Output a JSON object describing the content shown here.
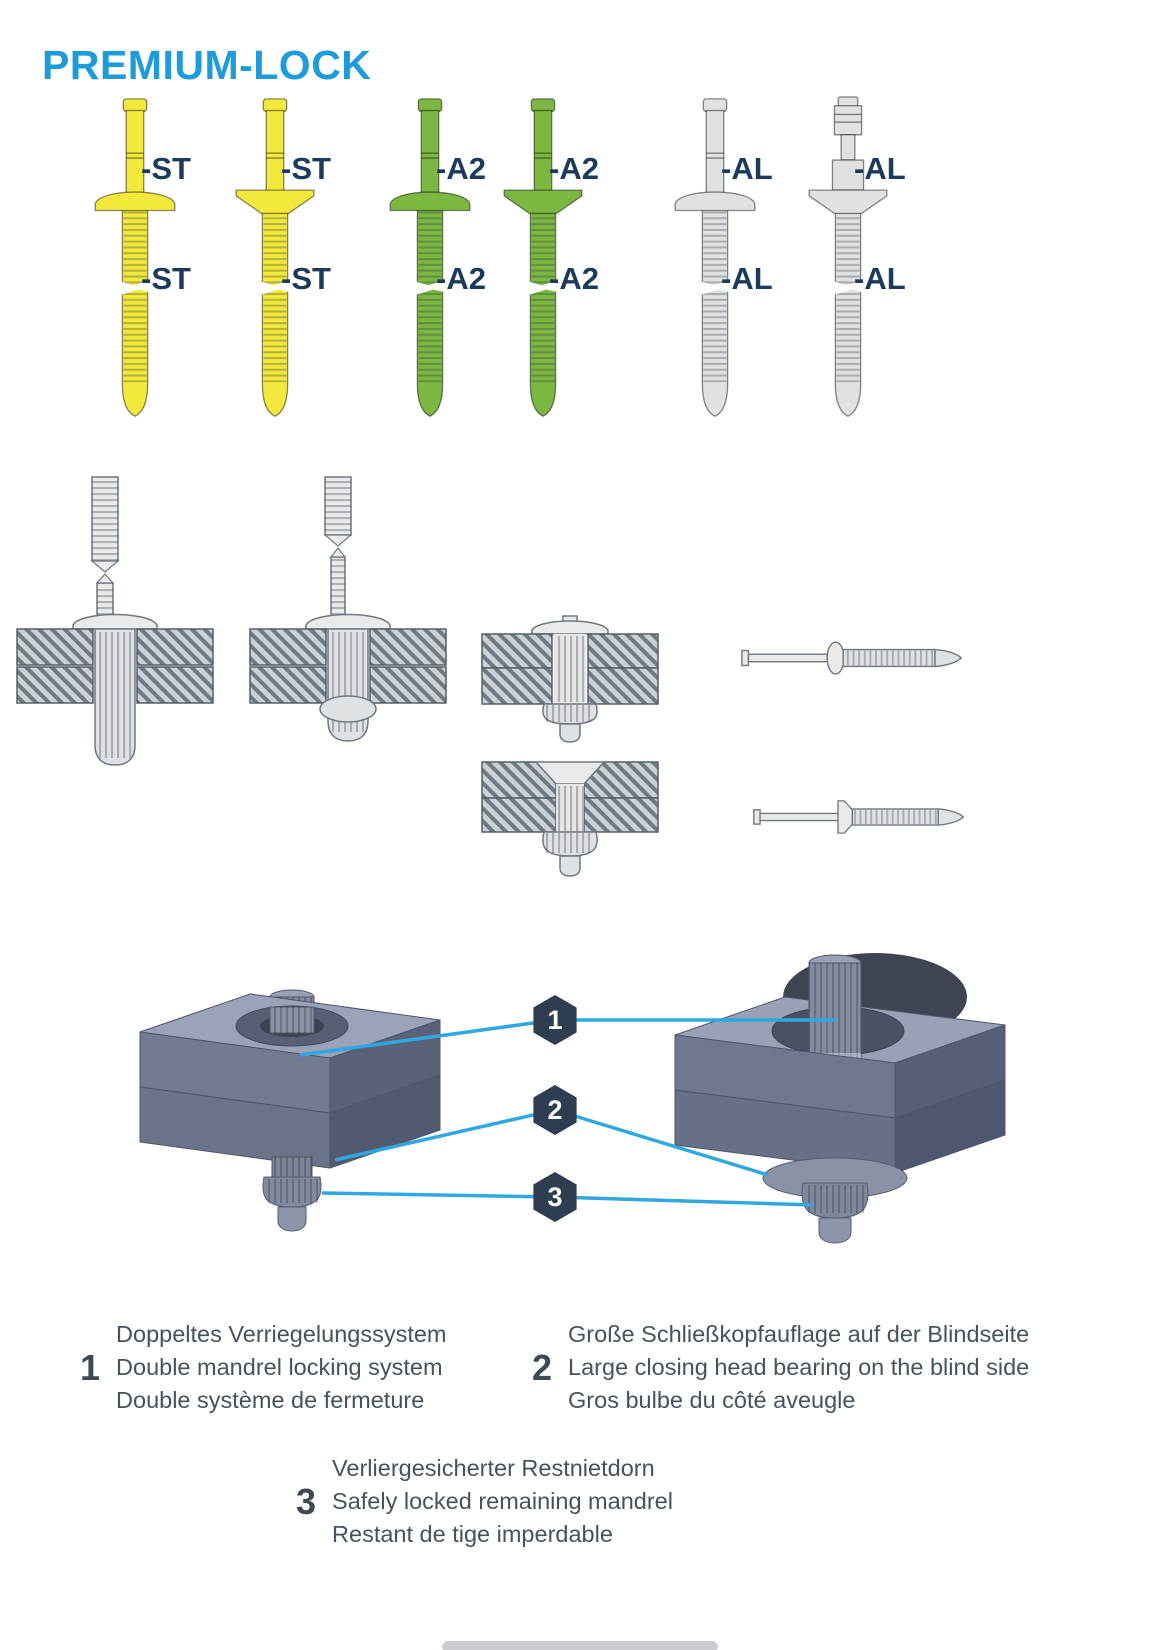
{
  "page": {
    "title": "PREMIUM-LOCK"
  },
  "colors": {
    "title_blue": "#1D9CD9",
    "label_navy": "#1B3A5C",
    "callout_hex": "#2E3D50",
    "leader_blue": "#2FA8DF",
    "rivet_yellow": "#F2E93C",
    "rivet_green": "#7CB742",
    "rivet_aluminum": "#E0E1E2",
    "plate_hatch_gray": "#707A82",
    "block_blue_gray": "#737B90"
  },
  "rivet_family": [
    {
      "head": "dome",
      "finish": "yellow",
      "label_top": "-ST",
      "label_bottom": "-ST"
    },
    {
      "head": "countersunk",
      "finish": "yellow",
      "label_top": "-ST",
      "label_bottom": "-ST"
    },
    {
      "head": "dome",
      "finish": "green",
      "label_top": "-A2",
      "label_bottom": "-A2"
    },
    {
      "head": "countersunk",
      "finish": "green",
      "label_top": "-A2",
      "label_bottom": "-A2"
    },
    {
      "head": "dome",
      "finish": "aluminum",
      "label_top": "-AL",
      "label_bottom": "-AL"
    },
    {
      "head": "countersunk",
      "finish": "aluminum",
      "label_top": "-AL",
      "label_bottom": "-AL"
    }
  ],
  "callouts": [
    {
      "number": "1"
    },
    {
      "number": "2"
    },
    {
      "number": "3"
    }
  ],
  "legend": [
    {
      "number": "1",
      "lines": [
        "Doppeltes Verriegelungssystem",
        "Double mandrel locking system",
        "Double système de fermeture"
      ]
    },
    {
      "number": "2",
      "lines": [
        "Große Schließkopfauflage auf der Blindseite",
        "Large closing head bearing on the blind side",
        "Gros bulbe du côté aveugle"
      ]
    },
    {
      "number": "3",
      "lines": [
        "Verliergesicherter Restnietdorn",
        "Safely locked remaining mandrel",
        "Restant de tige imperdable"
      ]
    }
  ]
}
